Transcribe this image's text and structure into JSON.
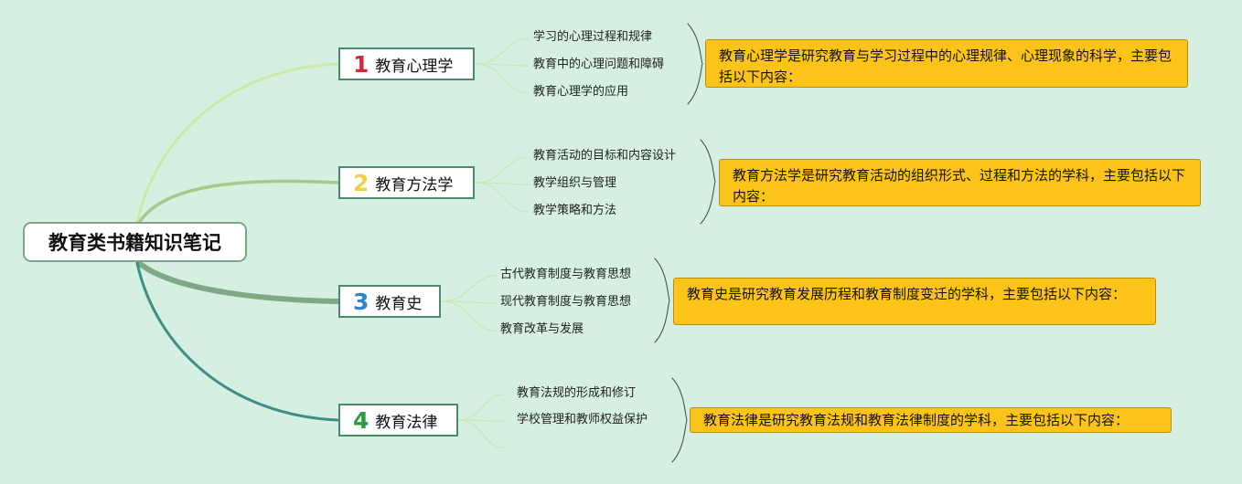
{
  "root": {
    "label": "教育类书籍知识笔记"
  },
  "branches": [
    {
      "number": "1",
      "number_color": "#d6283c",
      "label": "教育心理学",
      "subtopics": [
        "学习的心理过程和规律",
        "教育中的心理问题和障碍",
        "教育心理学的应用"
      ],
      "summary": "教育心理学是研究教育与学习过程中的心理规律、心理现象的科学，主要包括以下内容："
    },
    {
      "number": "2",
      "number_color": "#f2d14a",
      "label": "教育方法学",
      "subtopics": [
        "教育活动的目标和内容设计",
        "教学组织与管理",
        "教学策略和方法"
      ],
      "summary": "教育方法学是研究教育活动的组织形式、过程和方法的学科，主要包括以下内容："
    },
    {
      "number": "3",
      "number_color": "#2c86c9",
      "label": "教育史",
      "subtopics": [
        "古代教育制度与教育思想",
        "现代教育制度与教育思想",
        "教育改革与发展"
      ],
      "summary": "教育史是研究教育发展历程和教育制度变迁的学科，主要包括以下内容："
    },
    {
      "number": "4",
      "number_color": "#2d9a3b",
      "label": "教育法律",
      "subtopics": [
        "教育法规的形成和修订",
        "学校管理和教师权益保护"
      ],
      "summary": "教育法律是研究教育法规和教育法律制度的学科，主要包括以下内容："
    }
  ],
  "colors": {
    "background": "#d5f0e0",
    "link_1": "#cfe8a8",
    "link_2": "#a8c98a",
    "link_3": "#7fa886",
    "link_4": "#3f8f84",
    "sub_link": "#c9e8b8",
    "note_fill": "#fcc419"
  }
}
